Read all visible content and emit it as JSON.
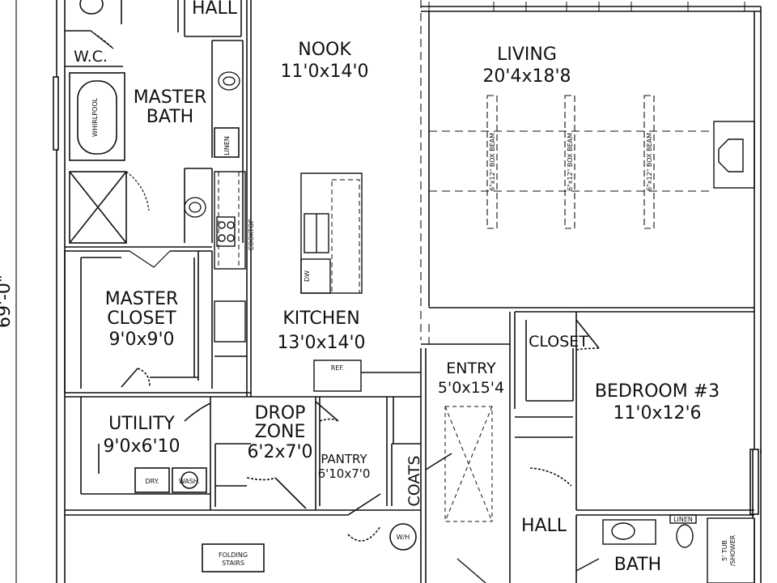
{
  "plan": {
    "overall_dimension": "69'-0\"",
    "rooms": {
      "hall_top": "HALL",
      "wc": "W.C.",
      "master_bath": {
        "line1": "MASTER",
        "line2": "BATH"
      },
      "nook": {
        "name": "NOOK",
        "size": "11'0x14'0"
      },
      "living": {
        "name": "LIVING",
        "size": "20'4x18'8"
      },
      "master_closet": {
        "line1": "MASTER",
        "line2": "CLOSET",
        "size": "9'0x9'0"
      },
      "kitchen": {
        "name": "KITCHEN",
        "size": "13'0x14'0"
      },
      "entry": {
        "name": "ENTRY",
        "size": "5'0x15'4"
      },
      "closet": "CLOSET",
      "bedroom3": {
        "name": "BEDROOM #3",
        "size": "11'0x12'6"
      },
      "utility": {
        "name": "UTILITY",
        "size": "9'0x6'10"
      },
      "drop_zone": {
        "line1": "DROP",
        "line2": "ZONE",
        "size": "6'2x7'0"
      },
      "pantry": {
        "name": "PANTRY",
        "size": "6'10x7'0"
      },
      "coats": "COATS",
      "hall_bottom": "HALL",
      "bath": "BATH"
    },
    "fixtures": {
      "linen": "LINEN",
      "linen_bath": "LINEN",
      "cooktop": "COOKTOP",
      "dw": "DW",
      "ref": "REF.",
      "dry": "DRY.",
      "wash": "WASH.",
      "wh": "W/H",
      "whirlpool": "WHIRLPOOL",
      "folding_stairs": {
        "line1": "FOLDING",
        "line2": "STAIRS"
      },
      "tub_shower": {
        "line1": "5' TUB",
        "line2": "/SHOWER"
      },
      "beam": "6\"x12\" BOX BEAM"
    }
  }
}
